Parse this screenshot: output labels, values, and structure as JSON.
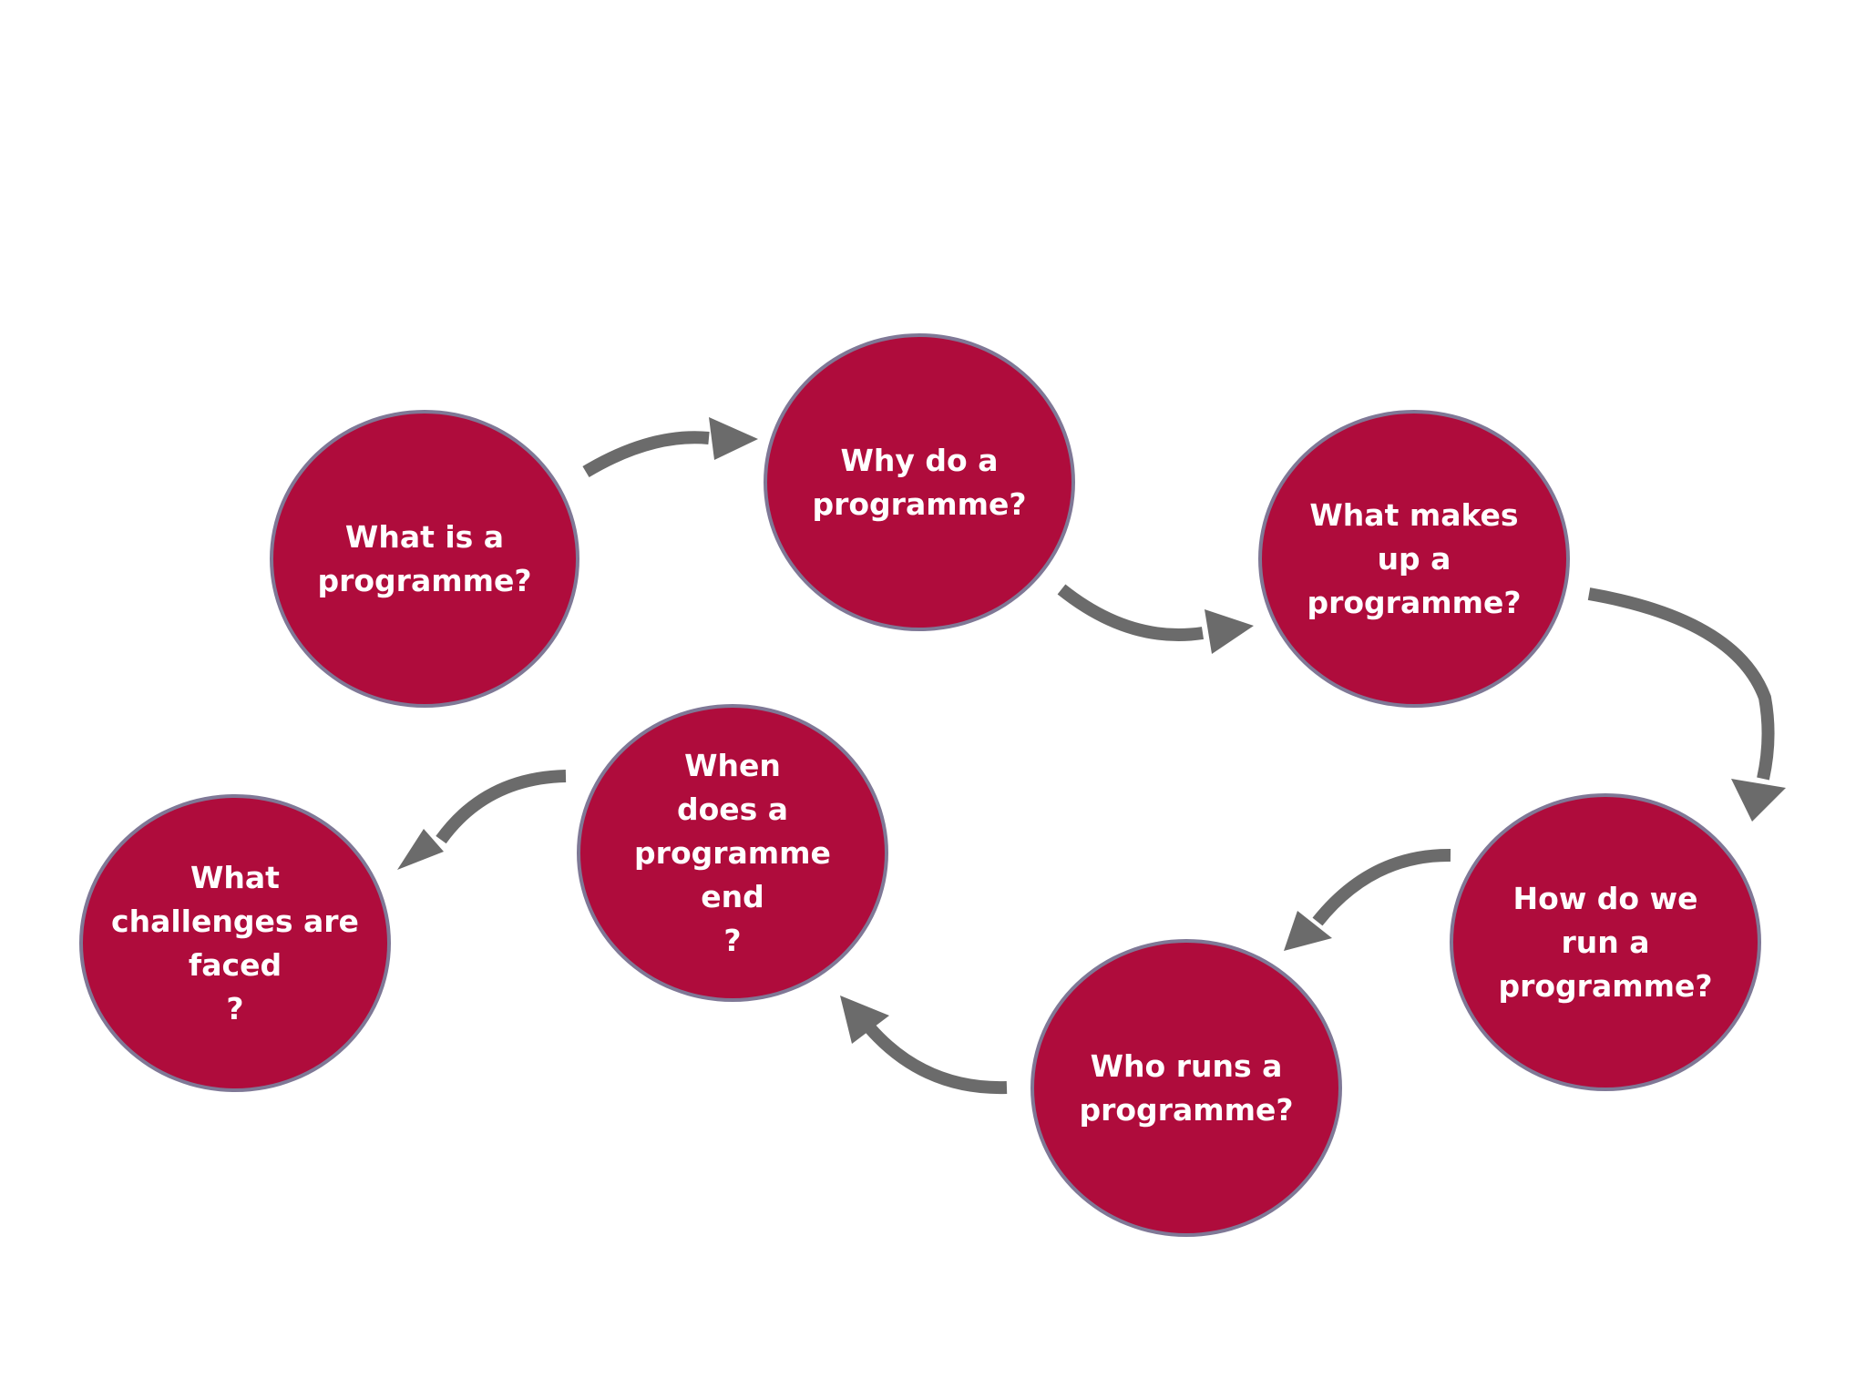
{
  "colors": {
    "node_fill": "#af0c3c",
    "node_border": "#7f7896",
    "node_text": "#ffffff",
    "arrow": "#6b6b6b",
    "background": "#ffffff"
  },
  "nodes": [
    {
      "id": "what-is",
      "lines": [
        "What is a",
        "programme?"
      ]
    },
    {
      "id": "why-do",
      "lines": [
        "Why do a",
        "programme?"
      ]
    },
    {
      "id": "what-makes-up",
      "lines": [
        "What makes",
        "up a",
        "programme?"
      ]
    },
    {
      "id": "how-run",
      "lines": [
        "How do we",
        "run a",
        "programme?"
      ]
    },
    {
      "id": "who-runs",
      "lines": [
        "Who runs a",
        "programme?"
      ]
    },
    {
      "id": "when-end",
      "lines": [
        "When",
        "does a",
        "programme",
        "end",
        "?"
      ]
    },
    {
      "id": "challenges",
      "lines": [
        "What",
        "challenges are",
        "faced",
        "?"
      ]
    }
  ]
}
